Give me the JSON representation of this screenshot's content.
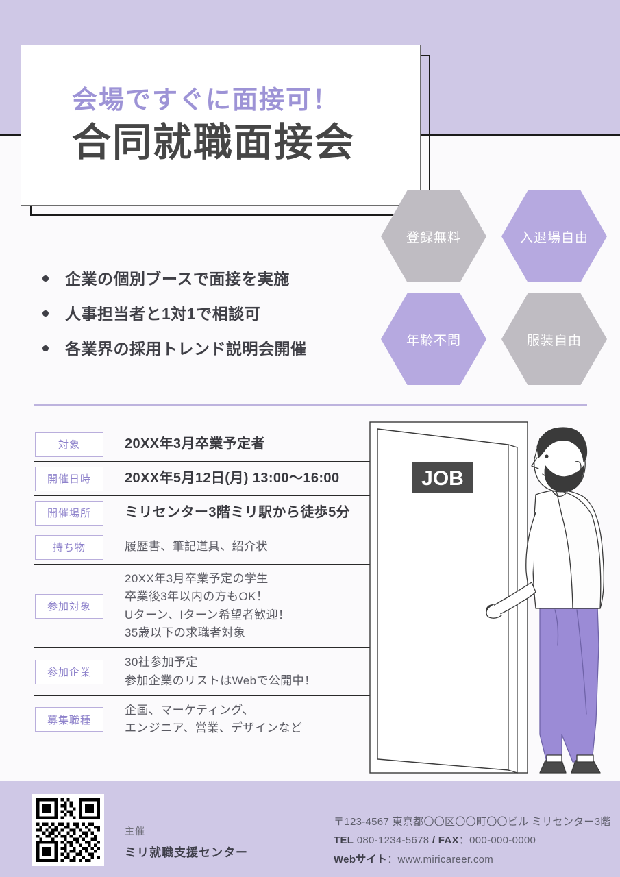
{
  "colors": {
    "band": "#CFC8E6",
    "body": "#FBFAFC",
    "accent_purple": "#9D93D6",
    "hex_purple": "#B6A9E0",
    "hex_gray": "#BFBCC2",
    "title_dark": "#464646",
    "label_border": "#B9AEDC",
    "divider": "#BDB3DE"
  },
  "header": {
    "subtitle": "会場ですぐに面接可！",
    "title": "合同就職面接会"
  },
  "badges": [
    {
      "label": "登録無料",
      "style": "gray"
    },
    {
      "label": "入退場自由",
      "style": "purple"
    },
    {
      "label": "年齢不問",
      "style": "purple"
    },
    {
      "label": "服装自由",
      "style": "gray"
    }
  ],
  "bullets": [
    "企業の個別ブースで面接を実施",
    "人事担当者と1対1で相談可",
    "各業界の採用トレンド説明会開催"
  ],
  "details": [
    {
      "label": "対象",
      "lines": [
        "20XX年3月卒業予定者"
      ],
      "emphasis": "bold"
    },
    {
      "label": "開催日時",
      "lines": [
        "20XX年5月12日(月) 13:00〜16:00"
      ],
      "emphasis": "bold"
    },
    {
      "label": "開催場所",
      "lines": [
        "ミリセンター3階ミリ駅から徒歩5分"
      ],
      "emphasis": "bold"
    },
    {
      "label": "持ち物",
      "lines": [
        "履歴書、筆記道具、紹介状"
      ],
      "emphasis": "light"
    },
    {
      "label": "参加対象",
      "lines": [
        "20XX年3月卒業予定の学生",
        "卒業後3年以内の方もOK！",
        "Uターン、Iターン希望者歓迎！",
        "35歳以下の求職者対象"
      ],
      "emphasis": "light"
    },
    {
      "label": "参加企業",
      "lines": [
        "30社参加予定",
        "参加企業のリストはWebで公開中！"
      ],
      "emphasis": "light"
    },
    {
      "label": "募集職種",
      "lines": [
        "企画、マーケティング、",
        "エンジニア、営業、デザインなど"
      ],
      "emphasis": "light"
    }
  ],
  "illustration": {
    "door_sign": "JOB"
  },
  "footer": {
    "organizer_label": "主催",
    "organizer_name": "ミリ就職支援センター",
    "address": "〒123-4567 東京都〇〇区〇〇町〇〇ビル ミリセンター3階",
    "tel_key": "TEL",
    "tel_value": "080-1234-5678",
    "fax_key": "/ FAX",
    "fax_value": "：000-000-0000",
    "web_key": "Webサイト",
    "web_value": "：www.miricareer.com"
  }
}
